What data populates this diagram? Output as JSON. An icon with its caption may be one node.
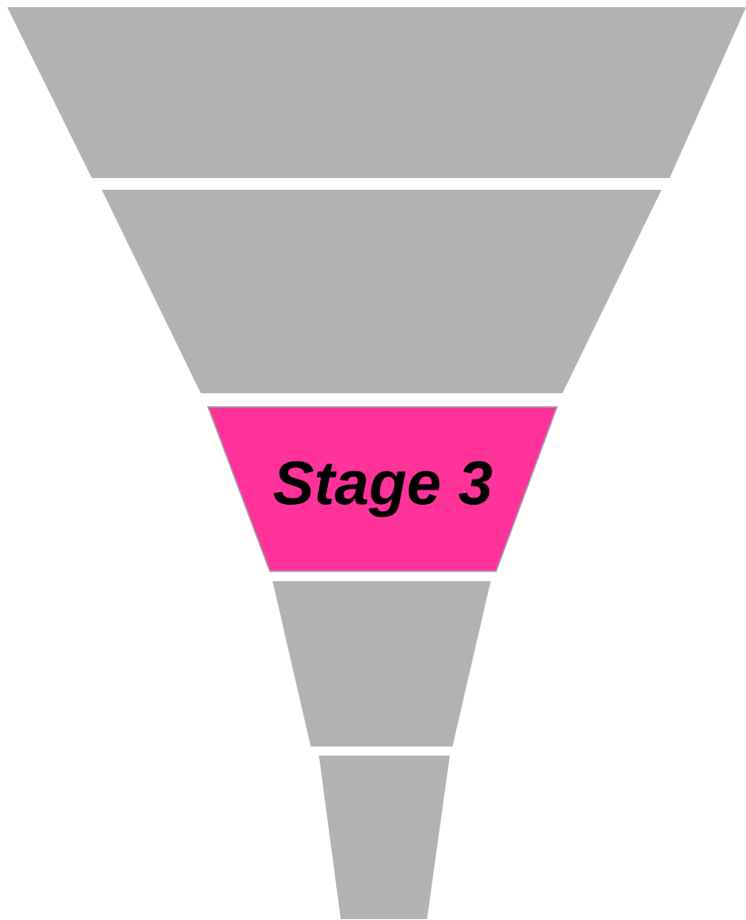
{
  "diagram": {
    "nodes": [
      {
        "text": [],
        "shape": "trapezoid"
      },
      {
        "text": [],
        "shape": "trapezoid"
      },
      {
        "text": [
          "Stage 3"
        ]
      },
      {
        "text": [],
        "shape": "trapezoid"
      },
      {
        "text": [],
        "shape": "trapezoid"
      }
    ]
  }
}
